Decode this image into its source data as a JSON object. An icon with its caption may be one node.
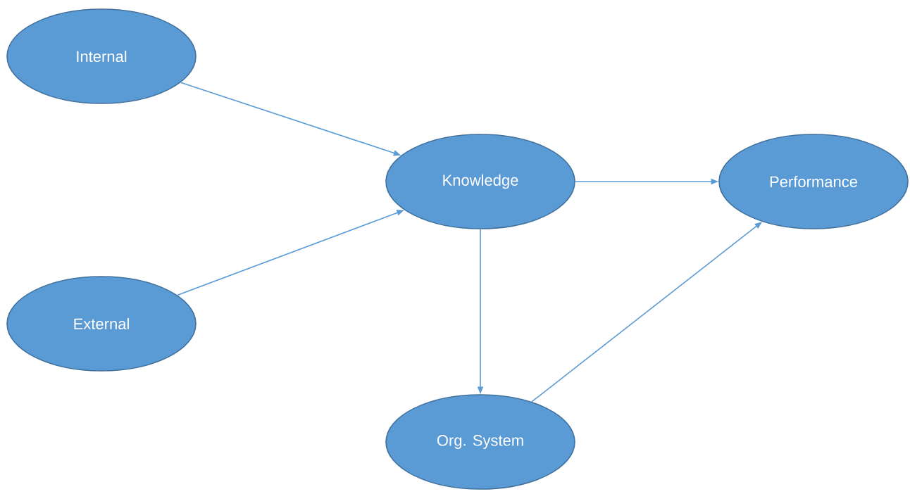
{
  "diagram": {
    "nodes": [
      {
        "text": [
          "Internal"
        ]
      },
      {
        "text": [
          "External"
        ]
      },
      {
        "text": [
          "Knowledge"
        ]
      },
      {
        "text": [
          "Performance"
        ]
      },
      {
        "text": [
          "Org. System"
        ]
      }
    ],
    "edges": [
      {
        "from": 0,
        "to": 2,
        "arrow": "to"
      },
      {
        "from": 1,
        "to": 2,
        "arrow": "to"
      },
      {
        "from": 2,
        "to": 3,
        "arrow": "to"
      },
      {
        "from": 2,
        "to": 4,
        "arrow": "to"
      },
      {
        "from": 4,
        "to": 3,
        "arrow": "to"
      }
    ]
  }
}
